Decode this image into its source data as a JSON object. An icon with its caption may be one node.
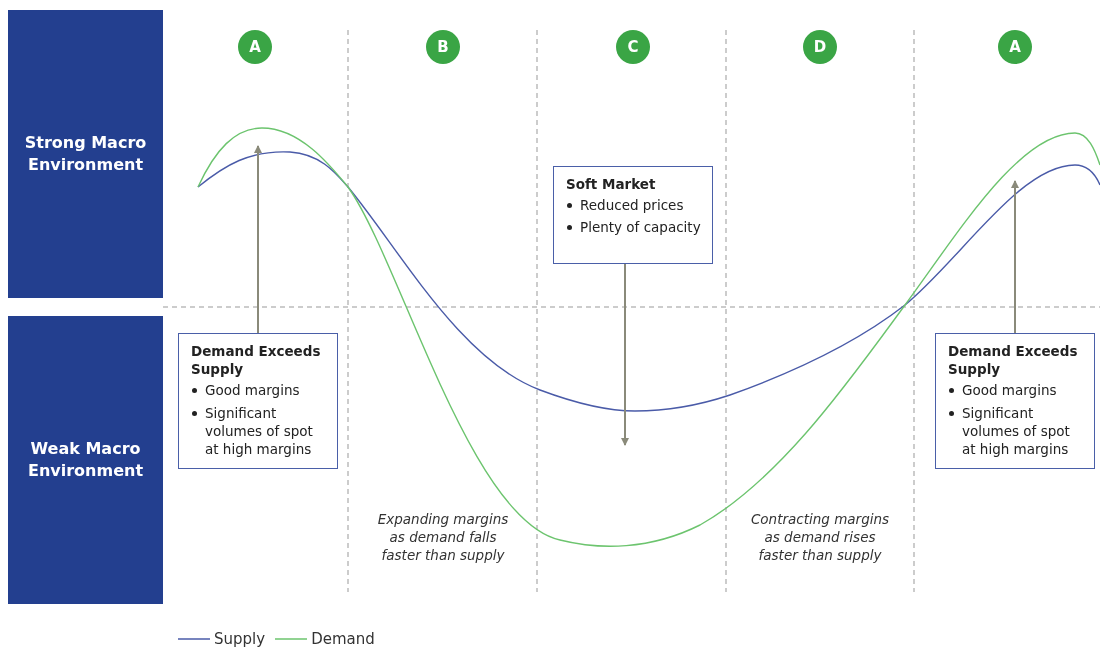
{
  "diagram": {
    "nodes": [
      {
        "text": [
          "Strong Macro Environment"
        ]
      },
      {
        "text": [
          "Weak Macro Environment"
        ]
      },
      {
        "text": [
          "A"
        ]
      },
      {
        "text": [
          "B"
        ]
      },
      {
        "text": [
          "C"
        ]
      },
      {
        "text": [
          "D"
        ]
      },
      {
        "text": [
          "A"
        ]
      },
      {
        "text": [
          "Demand Exceeds Supply",
          "Good margins",
          "Significant volumes of spot at high margins"
        ]
      },
      {
        "text": [
          "Soft Market",
          "Reduced prices",
          "Plenty of capacity"
        ]
      },
      {
        "text": [
          "Demand Exceeds Supply",
          "Good margins",
          "Significant volumes of spot at high margins"
        ]
      }
    ],
    "edges": [
      {
        "from": 7,
        "to": null,
        "arrow": "to"
      },
      {
        "from": 8,
        "to": null,
        "arrow": "to"
      },
      {
        "from": 9,
        "to": null,
        "arrow": "to"
      }
    ],
    "labels": [
      "Expanding margins as demand falls faster than supply",
      "Contracting margins as demand rises faster than supply"
    ],
    "legend": [
      {
        "text": "Supply"
      },
      {
        "text": "Demand"
      }
    ]
  }
}
